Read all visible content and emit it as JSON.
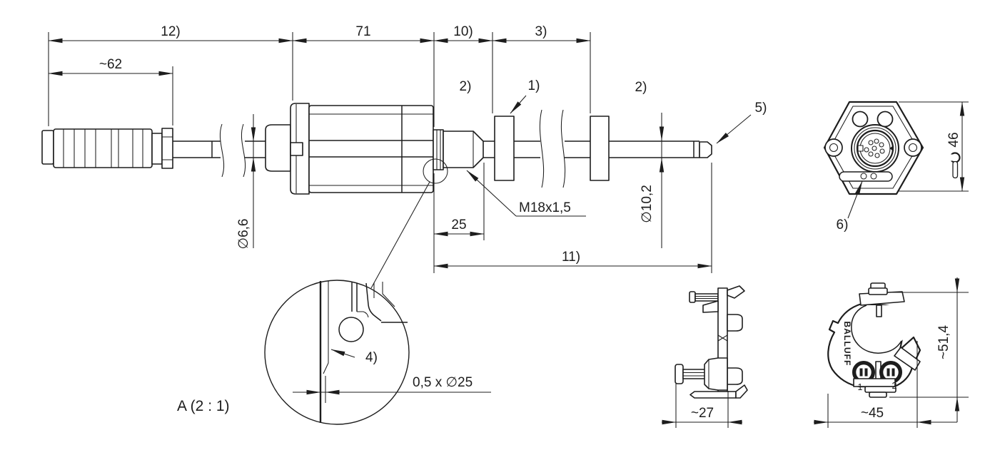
{
  "drawing": {
    "main_view": {
      "dim_total_length": "12)",
      "dim_connector": "~62",
      "dim_housing": "71",
      "dim_zone_left": "10)",
      "dim_zone_right": "3)",
      "dim_cable_dia": "∅6,6",
      "dim_thread_len": "25",
      "thread": "M18x1,5",
      "dim_rod_dia": "∅10,2",
      "dim_stroke": "11)",
      "callout_magnet": "1)",
      "callout_zone_left": "2)",
      "callout_zone_right": "2)",
      "callout_rod_end": "5)"
    },
    "detail_view": {
      "title": "A  (2 : 1)",
      "callout_edge": "4)",
      "dim_chamfer": "0,5 x ∅25"
    },
    "connector_view": {
      "dim_across_flats": "46",
      "callout_leds": "6)"
    },
    "clamp_side_view": {
      "dim_width": "~27"
    },
    "clamp_front_view": {
      "dim_width": "~45",
      "dim_height": "~51,4",
      "brand": "BALLUFF",
      "screw_label_1": "1",
      "screw_label_2": "2"
    }
  }
}
